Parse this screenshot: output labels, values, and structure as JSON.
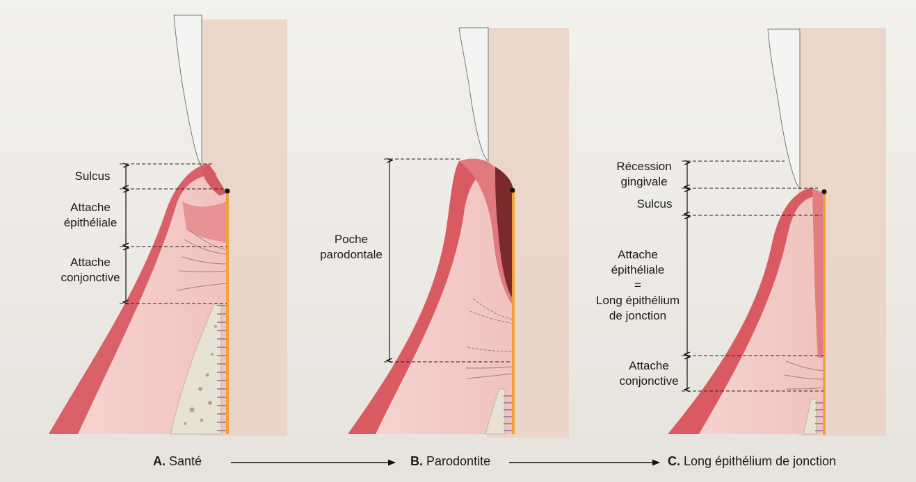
{
  "panels": [
    {
      "letter": "A.",
      "title": "Santé",
      "labels": {
        "sulcus": "Sulcus",
        "attache_epi_1": "Attache",
        "attache_epi_2": "épithéliale",
        "attache_conj_1": "Attache",
        "attache_conj_2": "conjonctive"
      }
    },
    {
      "letter": "B.",
      "title": "Parodontite",
      "labels": {
        "poche_1": "Poche",
        "poche_2": "parodontale"
      }
    },
    {
      "letter": "C.",
      "title": "Long épithélium de jonction",
      "labels": {
        "recession_1": "Récession",
        "recession_2": "gingivale",
        "sulcus": "Sulcus",
        "epi_1": "Attache",
        "epi_2": "épithéliale",
        "epi_3": "=",
        "epi_4": "Long épithélium",
        "epi_5": "de jonction",
        "conj_1": "Attache",
        "conj_2": "conjonctive"
      }
    }
  ],
  "colors": {
    "gingiva_pink": "#f4c9c6",
    "epithelium_red": "#d95a60",
    "root_orange": "#f0a33a",
    "enamel": "#f3f3f3",
    "tooth_shade": "#ead0c0",
    "bone": "#e8e3d6",
    "inflamed": "#7a2a2a"
  }
}
